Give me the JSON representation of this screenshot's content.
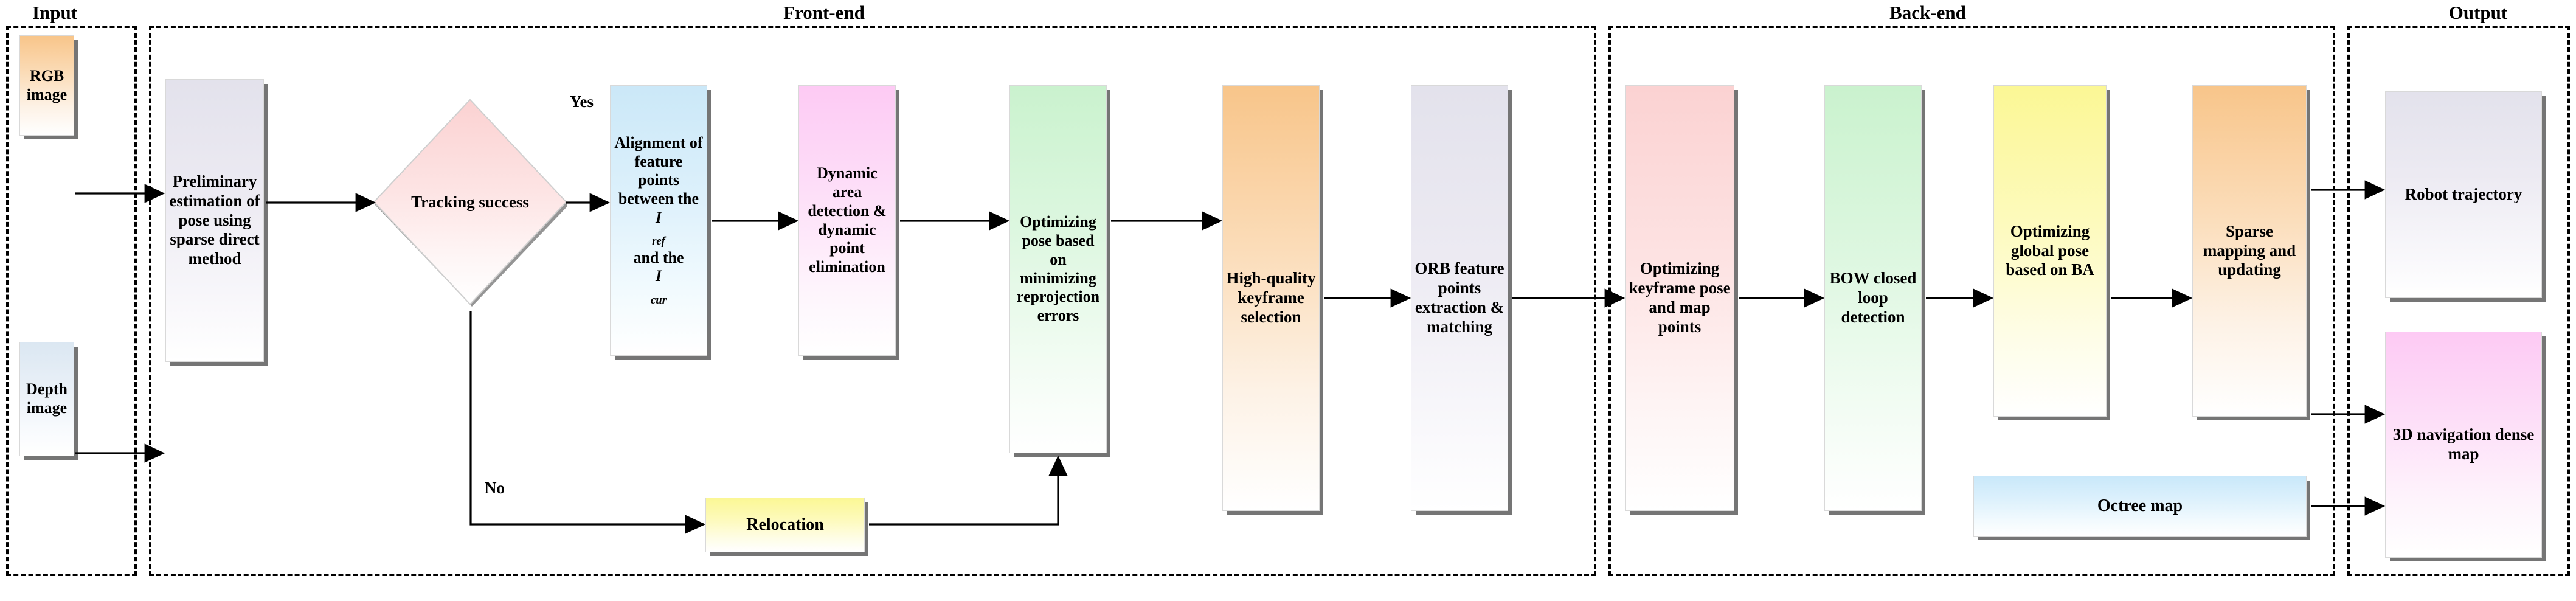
{
  "sections": [
    {
      "label": "Input"
    },
    {
      "label": "Front-end"
    },
    {
      "label": "Back-end"
    },
    {
      "label": "Output"
    }
  ],
  "input": {
    "rgb": "RGB\nimage",
    "rgb_line1": "RGB",
    "rgb_line2": "image",
    "depth_line1": "Depth",
    "depth_line2": "image"
  },
  "frontend": {
    "preliminary": "Preliminary estimation of pose using sparse direct method",
    "decision": "Tracking success",
    "yes_label": "Yes",
    "no_label": "No",
    "alignment_pre": "Alignment of feature points between the ",
    "alignment_i1": "I",
    "alignment_i1_sub": "ref",
    "alignment_mid": " and the ",
    "alignment_i2": "I",
    "alignment_i2_sub": "cur",
    "dynamic": "Dynamic area detection & dynamic point elimination",
    "optimizing_pose": "Optimizing pose based on minimizing reprojection errors",
    "keyframe": "High-quality keyframe selection",
    "orb": "ORB feature points extraction & matching",
    "relocation": "Relocation"
  },
  "backend": {
    "optimizing_kf": "Optimizing keyframe pose and map points",
    "bow": "BOW closed loop detection",
    "global_ba": "Optimizing global pose based on BA",
    "sparse": "Sparse mapping and updating",
    "octree": "Octree map"
  },
  "output": {
    "trajectory": "Robot trajectory",
    "dense_map": "3D navigation dense map"
  },
  "colors": {
    "orange": "#f8c58a",
    "blue": "#dbe7f2",
    "lavender": "#e3e2ec",
    "cyan": "#cbe8f8",
    "pink": "#fbd2d2",
    "magenta": "#fdcaf4",
    "green": "#caf2ce",
    "yellow": "#fbf795",
    "light_blue": "#c9e8fa",
    "border_shadow": "#6e6e6e",
    "dashed_border": "#000000",
    "text": "#000000"
  }
}
